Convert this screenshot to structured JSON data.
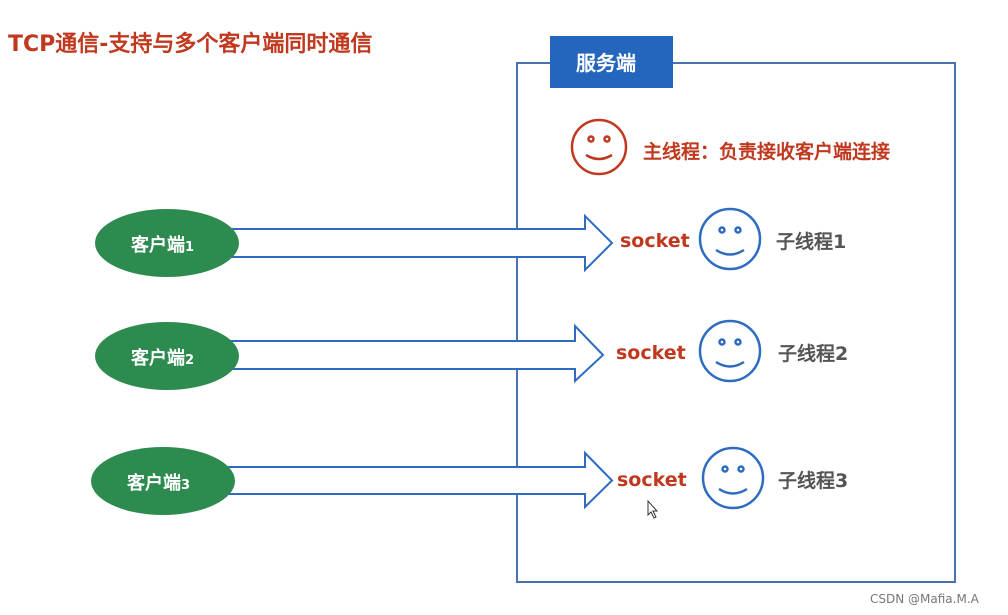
{
  "title": "TCP通信-支持与多个客户端同时通信",
  "server": {
    "label": "服务端",
    "main_thread": "主线程：负责接收客户端连接"
  },
  "rows": [
    {
      "client": "客户端",
      "num": "1",
      "socket": "socket",
      "thread": "子线程1"
    },
    {
      "client": "客户端",
      "num": "2",
      "socket": "socket",
      "thread": "子线程2"
    },
    {
      "client": "客户端",
      "num": "3",
      "socket": "socket",
      "thread": "子线程3"
    }
  ],
  "watermark": "CSDN @Mafia.M.A",
  "colors": {
    "red": "#c0391f",
    "blue": "#2d6cc0",
    "green": "#2e8b50",
    "gray": "#555555"
  }
}
